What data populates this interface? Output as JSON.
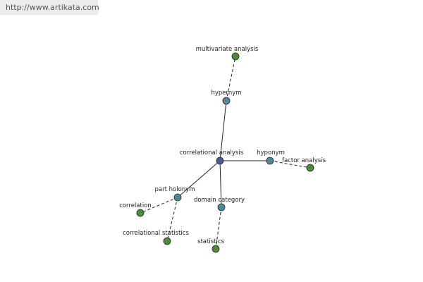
{
  "header": {
    "url": "http://www.artikata.com"
  },
  "colors": {
    "center": "#4d5a9a",
    "relation": "#4d8a96",
    "term": "#4e8a3a"
  },
  "graph": {
    "nodes": [
      {
        "id": "center",
        "label": "correlational analysis",
        "kind": "center"
      },
      {
        "id": "hypernym",
        "label": "hypernym",
        "kind": "relation"
      },
      {
        "id": "hyponym",
        "label": "hyponym",
        "kind": "relation"
      },
      {
        "id": "part_holonym",
        "label": "part holonym",
        "kind": "relation"
      },
      {
        "id": "domain_category",
        "label": "domain category",
        "kind": "relation"
      },
      {
        "id": "multivariate",
        "label": "multivariate analysis",
        "kind": "term"
      },
      {
        "id": "factor",
        "label": "factor analysis",
        "kind": "term"
      },
      {
        "id": "correlation",
        "label": "correlation",
        "kind": "term"
      },
      {
        "id": "corr_stats",
        "label": "correlational statistics",
        "kind": "term"
      },
      {
        "id": "statistics",
        "label": "statistics",
        "kind": "term"
      }
    ],
    "edges": [
      {
        "from": "center",
        "to": "hypernym",
        "style": "solid"
      },
      {
        "from": "center",
        "to": "hyponym",
        "style": "solid"
      },
      {
        "from": "center",
        "to": "part_holonym",
        "style": "solid"
      },
      {
        "from": "center",
        "to": "domain_category",
        "style": "solid"
      },
      {
        "from": "hypernym",
        "to": "multivariate",
        "style": "dashed"
      },
      {
        "from": "hyponym",
        "to": "factor",
        "style": "dashed"
      },
      {
        "from": "part_holonym",
        "to": "correlation",
        "style": "dashed"
      },
      {
        "from": "part_holonym",
        "to": "corr_stats",
        "style": "dashed"
      },
      {
        "from": "domain_category",
        "to": "statistics",
        "style": "dashed"
      }
    ]
  }
}
